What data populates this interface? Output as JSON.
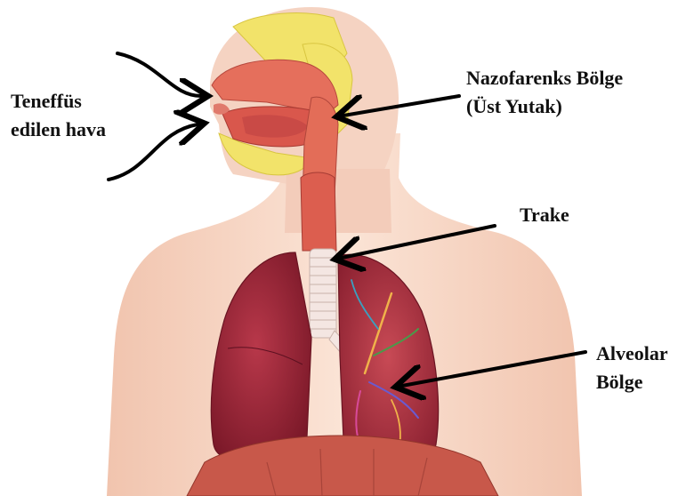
{
  "labels": {
    "inhaled_air": {
      "line1": "Teneffüs",
      "line2": "edilen hava"
    },
    "nasopharynx": {
      "line1": "Nazofarenks Bölge",
      "line2": "(Üst Yutak)"
    },
    "trachea": {
      "line1": "Trake"
    },
    "alveolar": {
      "line1": "Alveolar",
      "line2": "Bölge"
    }
  },
  "colors": {
    "skin": "#f7d9c9",
    "skin_shadow": "#efc3ad",
    "lung": "#a3283a",
    "lung_dark": "#7c1a2a",
    "airway": "#e0705e",
    "trachea_ring": "#f4e6e2",
    "sinus": "#f2e36a",
    "diaphragm": "#c8584a",
    "arrow": "#000000"
  }
}
